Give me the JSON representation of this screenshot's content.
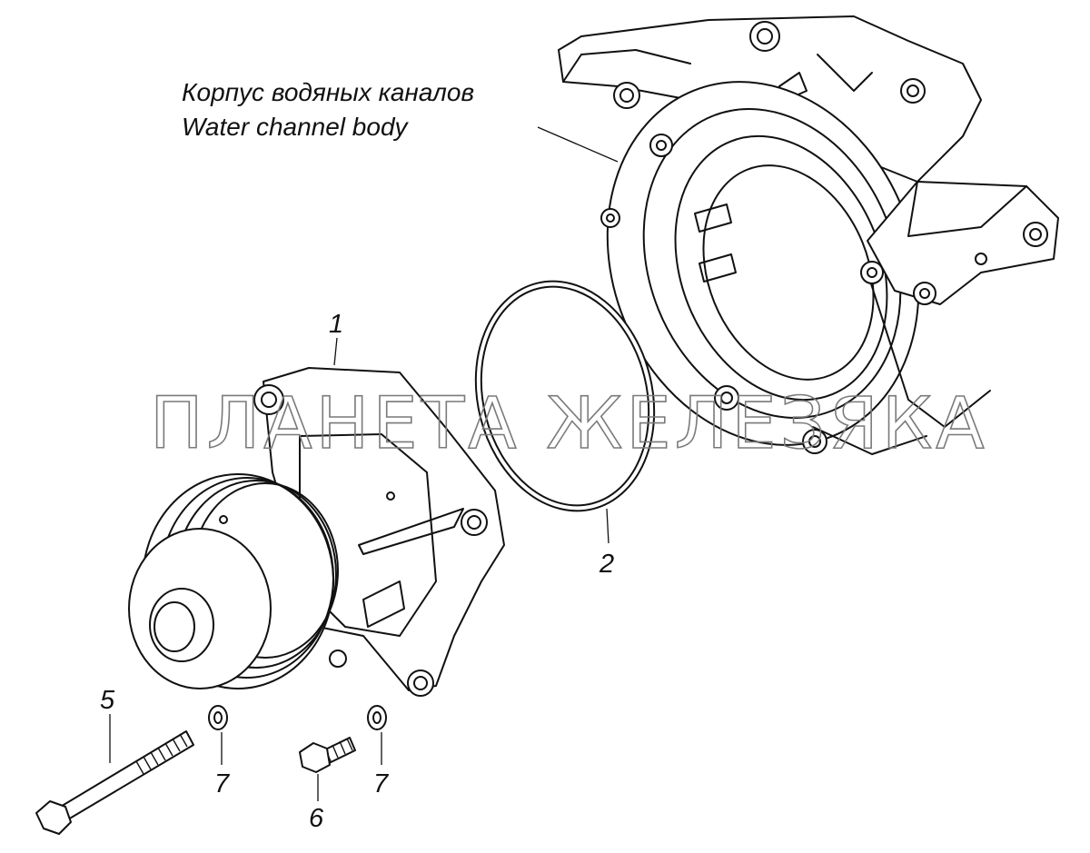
{
  "component_title": {
    "ru": "Корпус водяных каналов",
    "en": "Water channel body"
  },
  "watermark": "ПЛАНЕТА ЖЕЛЕЗЯКА",
  "callouts": [
    {
      "id": "1",
      "text": "1"
    },
    {
      "id": "2",
      "text": "2"
    },
    {
      "id": "5",
      "text": "5"
    },
    {
      "id": "6",
      "text": "6"
    },
    {
      "id": "7a",
      "text": "7"
    },
    {
      "id": "7b",
      "text": "7"
    }
  ]
}
